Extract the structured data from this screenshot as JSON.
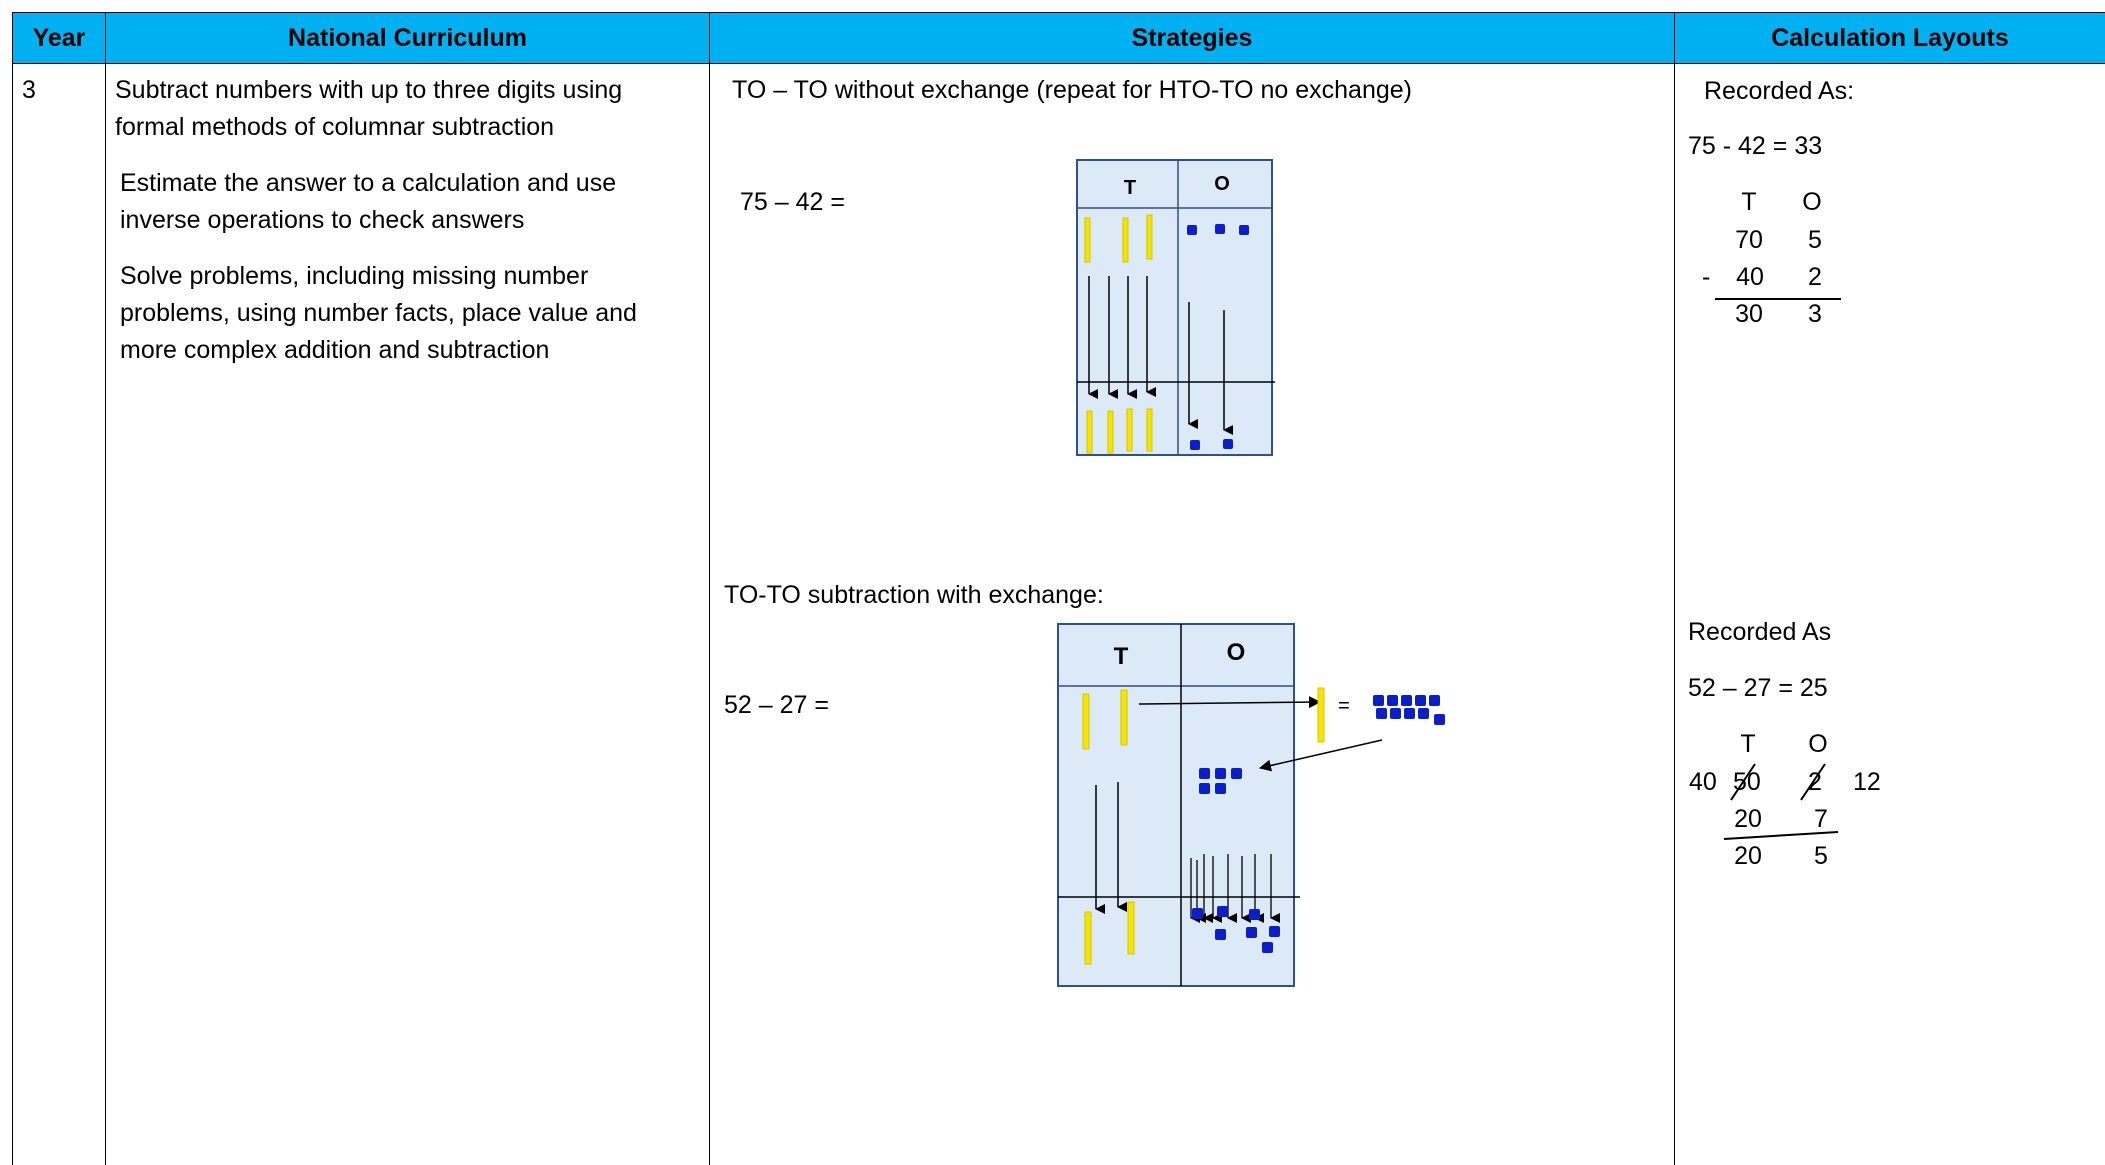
{
  "header": {
    "year": "Year",
    "curriculum": "National Curriculum",
    "strategies": "Strategies",
    "layouts": "Calculation Layouts",
    "fill_color": "#00b0f0"
  },
  "row": {
    "year": "3",
    "curriculum": {
      "p1": [
        "Subtract numbers with up to three digits using",
        "formal methods of columnar subtraction"
      ],
      "p2": [
        "Estimate the answer to a calculation and use",
        "inverse operations to check answers"
      ],
      "p3": [
        "Solve problems, including missing number",
        "problems, using number facts, place value and",
        "more complex addition and subtraction"
      ]
    },
    "strategy1": {
      "heading": "TO – TO without exchange (repeat for HTO-TO no exchange)",
      "sum": "75 – 42 =",
      "col_t": "T",
      "col_o": "O"
    },
    "strategy2": {
      "heading": "TO-TO subtraction with exchange:",
      "sum": "52 – 27 =",
      "col_t": "T",
      "col_o": "O",
      "equals": "="
    },
    "layout1": {
      "caption": "Recorded As:",
      "equation": "75  -  42 = 33",
      "head_t": "T",
      "head_o": "O",
      "r1_t": "70",
      "r1_o": "5",
      "minus": "-",
      "r2_t": "40",
      "r2_o": "2",
      "ans_t": "30",
      "ans_o": "3"
    },
    "layout2": {
      "caption": "Recorded As",
      "equation": "52 – 27 =  25",
      "head_t": "T",
      "head_o": "O",
      "exch_t": "40",
      "r1_t": "50",
      "r1_o": "2",
      "exch_o": "12",
      "r2_t": "20",
      "r2_o": "7",
      "ans_t": "20",
      "ans_o": "5"
    }
  },
  "colors": {
    "ten_rod": "#f5e500",
    "one_cube": "#0b1fc9",
    "panel": "#dce9f6",
    "panel_border": "#2f4f8f"
  }
}
